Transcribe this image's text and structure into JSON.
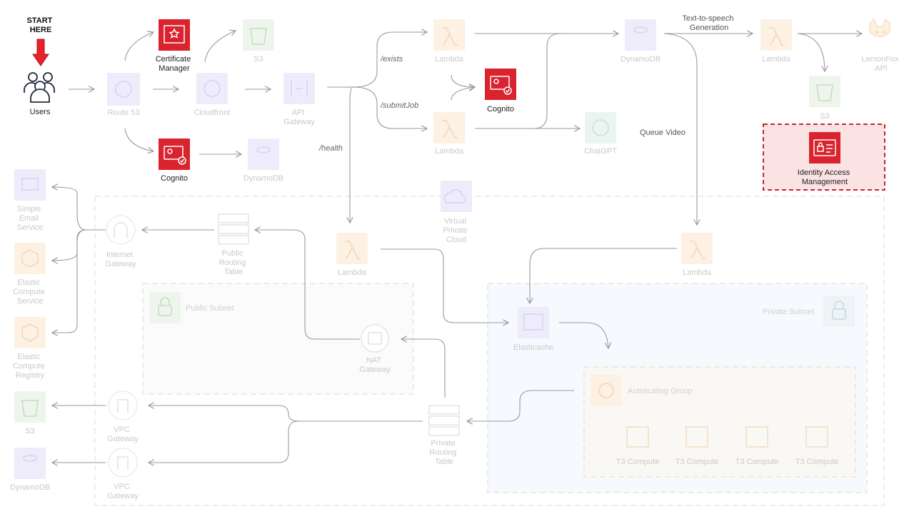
{
  "start_label": [
    "START",
    "HERE"
  ],
  "highlight_color": "#d9232e",
  "nodes": {
    "users": [
      "Users"
    ],
    "route53": [
      "Route 53"
    ],
    "cert_manager": [
      "Certificate",
      "Manager"
    ],
    "cognito_left": [
      "Cognito"
    ],
    "cloudfront": [
      "Cloudfront"
    ],
    "s3_top": [
      "S3"
    ],
    "dynamodb_top": [
      "DynamoDB"
    ],
    "api_gateway": [
      "API",
      "Gateway"
    ],
    "lambda_exists": [
      "Lambda"
    ],
    "lambda_submit": [
      "Lambda"
    ],
    "cognito_mid": [
      "Cognito"
    ],
    "chatgpt": [
      "ChatGPT"
    ],
    "dynamodb_main": [
      "DynamoDB"
    ],
    "lambda_tts": [
      "Lambda"
    ],
    "lemonfox": [
      "LemonFox",
      "API"
    ],
    "s3_right": [
      "S3"
    ],
    "iam": [
      "Identity Access",
      "Management"
    ],
    "ses": [
      "Simple",
      "Email",
      "Service"
    ],
    "ecs": [
      "Elastic",
      "Compute",
      "Service"
    ],
    "ecr": [
      "Elastic",
      "Compute",
      "Registry"
    ],
    "s3_bottom": [
      "S3"
    ],
    "dynamodb_bottom": [
      "DynamoDB"
    ],
    "internet_gateway": [
      "Internet",
      "Gateway"
    ],
    "public_routing_table": [
      "Public",
      "Routing",
      "Table"
    ],
    "vpc": [
      "Virtual",
      "Private",
      "Cloud"
    ],
    "lambda_health": [
      "Lambda"
    ],
    "lambda_queue": [
      "Lambda"
    ],
    "nat_gateway": [
      "NAT",
      "Gateway"
    ],
    "elasticache": [
      "Elasticache"
    ],
    "private_routing_table": [
      "Private",
      "Routing",
      "Table"
    ],
    "vpc_gateway_1": [
      "VPC",
      "Gateway"
    ],
    "vpc_gateway_2": [
      "VPC",
      "Gateway"
    ],
    "autoscaling_group": [
      "Autoscaling Group"
    ],
    "t3_1": [
      "T3 Compute"
    ],
    "t3_2": [
      "T3 Compute"
    ],
    "t3_3": [
      "T3 Compute"
    ],
    "t3_4": [
      "T3 Compute"
    ]
  },
  "groups": {
    "public_subnet": "Public Subnet",
    "private_subnet": "Private Subnet"
  },
  "edge_labels": {
    "exists": "/exists",
    "submit_job": "/submitJob",
    "health": "/health",
    "tts": [
      "Text-to-speech",
      "Generation"
    ],
    "queue_video": "Queue Video"
  }
}
